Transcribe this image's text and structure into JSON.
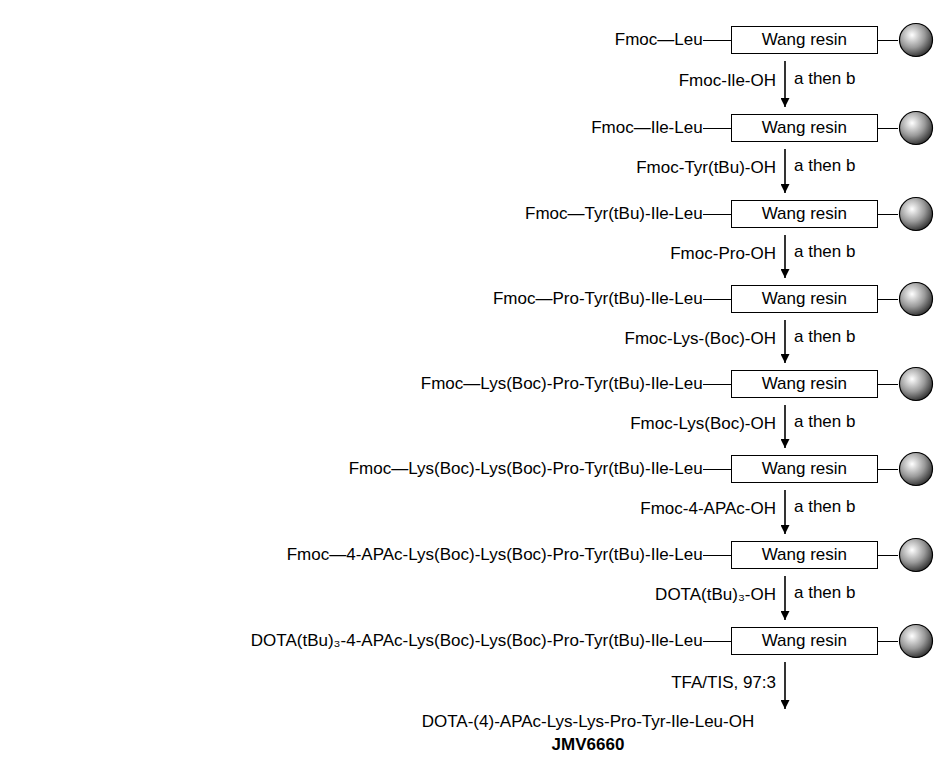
{
  "diagram": {
    "nodes": [
      {
        "text": [
          "Fmoc—Leu"
        ]
      },
      {
        "text": [
          "Wang resin"
        ],
        "in": 0
      },
      {
        "text": [
          "Fmoc—Ile-Leu"
        ]
      },
      {
        "text": [
          "Wang resin"
        ],
        "in": 2
      },
      {
        "text": [
          "Fmoc—Tyr(tBu)-Ile-Leu"
        ]
      },
      {
        "text": [
          "Wang resin"
        ],
        "in": 4
      },
      {
        "text": [
          "Fmoc—Pro-Tyr(tBu)-Ile-Leu"
        ]
      },
      {
        "text": [
          "Wang resin"
        ],
        "in": 6
      },
      {
        "text": [
          "Fmoc—Lys(Boc)-Pro-Tyr(tBu)-Ile-Leu"
        ]
      },
      {
        "text": [
          "Wang resin"
        ],
        "in": 8
      },
      {
        "text": [
          "Fmoc—Lys(Boc)-Lys(Boc)-Pro-Tyr(tBu)-Ile-Leu"
        ]
      },
      {
        "text": [
          "Wang resin"
        ],
        "in": 10
      },
      {
        "text": [
          "Fmoc—4-APAc-Lys(Boc)-Lys(Boc)-Pro-Tyr(tBu)-Ile-Leu"
        ]
      },
      {
        "text": [
          "Wang resin"
        ],
        "in": 12
      },
      {
        "text": [
          "DOTA(tBu)₃-4-APAc-Lys(Boc)-Lys(Boc)-Pro-Tyr(tBu)-Ile-Leu"
        ]
      },
      {
        "text": [
          "Wang resin"
        ],
        "in": 14
      },
      {
        "text": [
          "DOTA-(4)-APAc-Lys-Lys-Pro-Tyr-Ile-Leu-OH",
          "JMV6660"
        ]
      }
    ],
    "edges": [
      {
        "from": 0,
        "to": 2,
        "arrow": "to",
        "label": "Fmoc-Ile-OH"
      },
      {
        "from": 2,
        "to": 4,
        "arrow": "to",
        "label": "Fmoc-Tyr(tBu)-OH"
      },
      {
        "from": 4,
        "to": 6,
        "arrow": "to",
        "label": "Fmoc-Pro-OH"
      },
      {
        "from": 6,
        "to": 8,
        "arrow": "to",
        "label": "Fmoc-Lys-(Boc)-OH"
      },
      {
        "from": 8,
        "to": 10,
        "arrow": "to",
        "label": "Fmoc-Lys(Boc)-OH"
      },
      {
        "from": 10,
        "to": 12,
        "arrow": "to",
        "label": "Fmoc-4-APAc-OH"
      },
      {
        "from": 12,
        "to": 14,
        "arrow": "to",
        "label": "DOTA(tBu)₃-OH"
      },
      {
        "from": 14,
        "to": 16,
        "arrow": "to",
        "label": "TFA/TIS, 97:3"
      }
    ],
    "labels": [
      "a then b",
      "a then b",
      "a then b",
      "a then b",
      "a then b",
      "a then b",
      "a then b"
    ]
  }
}
